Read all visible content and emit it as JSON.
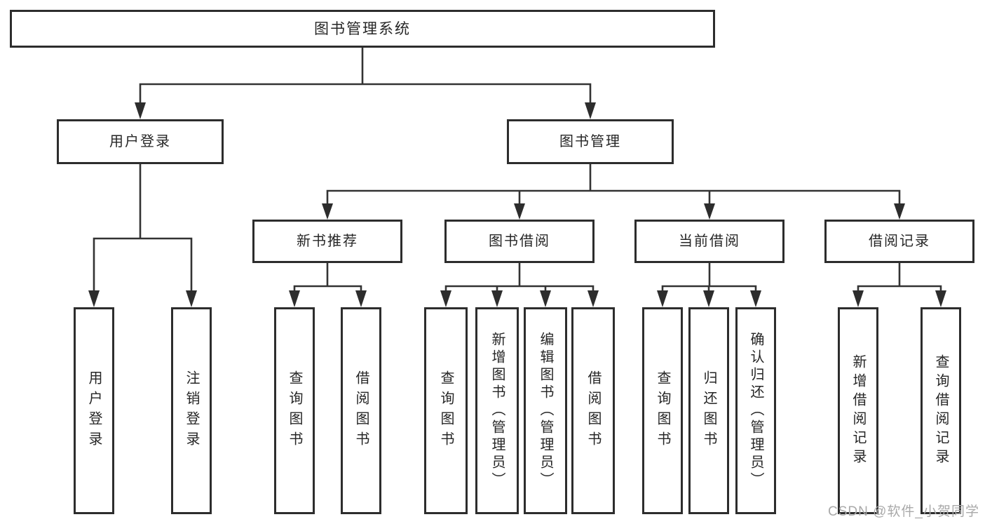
{
  "tree": {
    "label": "图书管理系统",
    "children": [
      {
        "label": "用户登录",
        "children": [
          {
            "label": "用户登录"
          },
          {
            "label": "注销登录"
          }
        ]
      },
      {
        "label": "图书管理",
        "children": [
          {
            "label": "新书推荐",
            "children": [
              {
                "label": "查询图书"
              },
              {
                "label": "借阅图书"
              }
            ]
          },
          {
            "label": "图书借阅",
            "children": [
              {
                "label": "查询图书"
              },
              {
                "label": "新增图书（管理员）"
              },
              {
                "label": "编辑图书（管理员）"
              },
              {
                "label": "借阅图书"
              }
            ]
          },
          {
            "label": "当前借阅",
            "children": [
              {
                "label": "查询图书"
              },
              {
                "label": "归还图书"
              },
              {
                "label": "确认归还（管理员）"
              }
            ]
          },
          {
            "label": "借阅记录",
            "children": [
              {
                "label": "新增借阅记录"
              },
              {
                "label": "查询借阅记录"
              }
            ]
          }
        ]
      }
    ]
  },
  "watermark": "CSDN @软件_小贺同学",
  "colors": {
    "line": "#333333",
    "box_border": "#2d2d2d",
    "text": "#262626",
    "watermark": "#a9a9a9",
    "background": "#ffffff"
  }
}
